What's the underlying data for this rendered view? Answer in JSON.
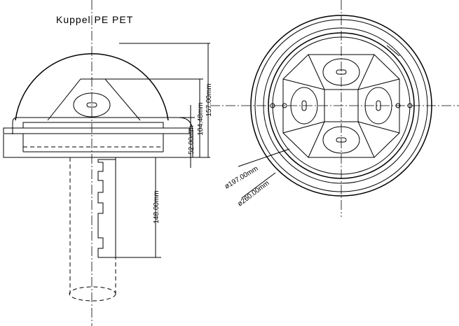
{
  "title": "Kuppel PE PET",
  "dimensions": {
    "height_total": "157.00mm",
    "height_dome": "104.48mm",
    "height_base": "52.00mm",
    "pipe_length": "148.00mm",
    "diameter_inner": "ø197.00mm",
    "diameter_outer": "ø260.00mm"
  }
}
